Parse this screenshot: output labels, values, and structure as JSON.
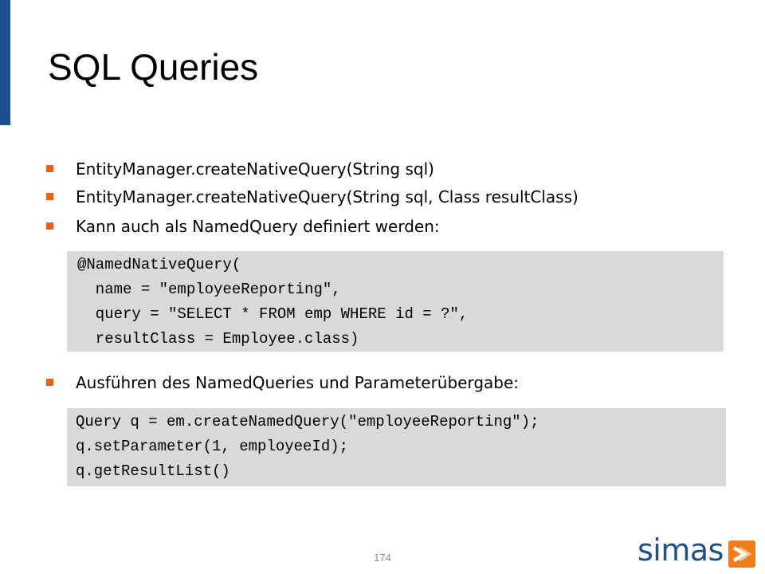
{
  "slide": {
    "title": "SQL Queries",
    "page_number": "174"
  },
  "bullets": [
    {
      "text": "EntityManager.createNativeQuery(String sql)"
    },
    {
      "text": "EntityManager.createNativeQuery(String sql, Class resultClass)"
    },
    {
      "text": "Kann auch als NamedQuery definiert werden:"
    },
    {
      "text": "Ausführen des NamedQueries und Parameterübergabe:"
    }
  ],
  "code_blocks": [
    {
      "lines": [
        "@NamedNativeQuery(",
        "  name = \"employeeReporting\",",
        "  query = \"SELECT * FROM emp WHERE id = ?\",",
        "  resultClass = Employee.class)"
      ]
    },
    {
      "lines": [
        "Query q = em.createNamedQuery(\"employeeReporting\");",
        "q.setParameter(1, employeeId);",
        "q.getResultList()"
      ]
    }
  ],
  "logo": {
    "text": "simas",
    "icon": "simas-logo-mark"
  },
  "colors": {
    "accent_bar": "#1f4e8c",
    "bullet_marker": "#e8601c",
    "code_background": "#d9d9d9",
    "logo_text": "#1f4e8c",
    "logo_mark": "#f07d1a"
  }
}
